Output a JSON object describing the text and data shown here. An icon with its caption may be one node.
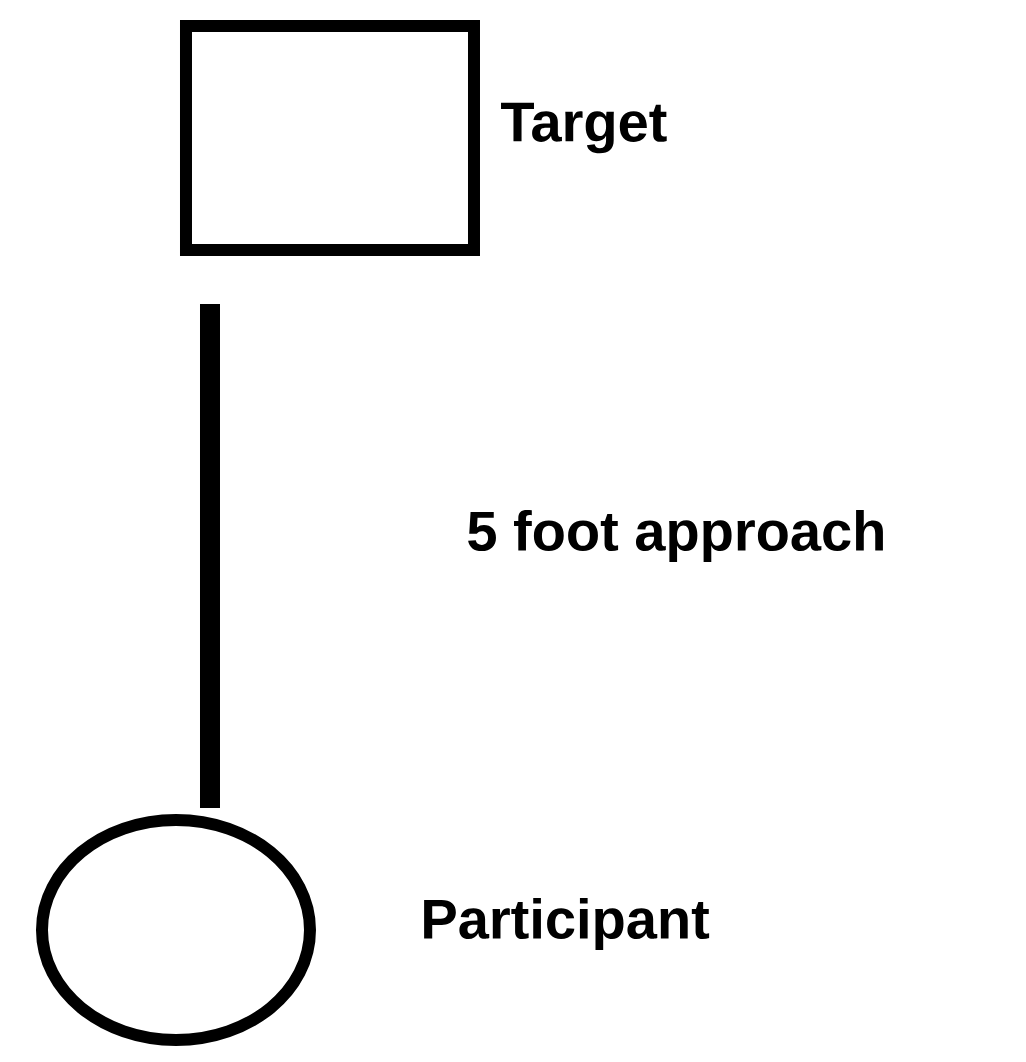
{
  "diagram": {
    "nodes": [
      {
        "text": [],
        "shape": "box",
        "beside": [
          "Target"
        ]
      },
      {
        "text": [],
        "shape": "circle",
        "beside": [
          "Participant"
        ]
      }
    ],
    "edges": [
      {
        "from": 0,
        "to": 1,
        "arrow": "none",
        "label": "5 foot approach"
      }
    ]
  }
}
